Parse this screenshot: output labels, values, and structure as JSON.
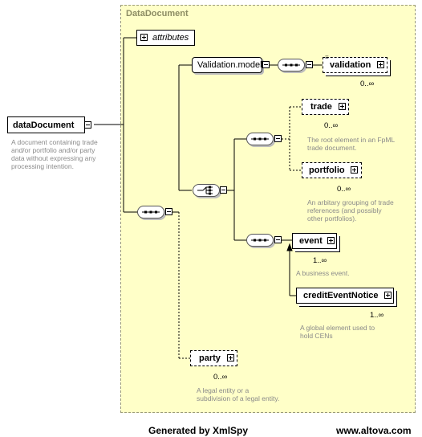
{
  "complex_type": {
    "title": "DataDocument"
  },
  "root": {
    "name": "dataDocument",
    "doc": [
      "A document containing trade",
      "and/or portfolio and/or party",
      "data without expressing any",
      "processing intention."
    ]
  },
  "attributes": {
    "label": "attributes"
  },
  "validation_model": {
    "label": "Validation.model"
  },
  "validation": {
    "label": "validation",
    "card": "0..∞"
  },
  "trade": {
    "label": "trade",
    "card": "0..∞",
    "doc": [
      "The root element in an FpML",
      "trade document."
    ]
  },
  "portfolio": {
    "label": "portfolio",
    "card": "0..∞",
    "doc": [
      "An arbitary grouping of trade",
      "references (and possibly",
      "other portfolios)."
    ]
  },
  "event": {
    "label": "event",
    "card": "1..∞",
    "doc": [
      "A business event."
    ]
  },
  "credit_event_notice": {
    "label": "creditEventNotice",
    "card": "1..∞",
    "doc": [
      "A global element used to",
      "hold CENs"
    ]
  },
  "party": {
    "label": "party",
    "card": "0..∞",
    "doc": [
      "A legal entity or a",
      "subdivision of a legal entity."
    ]
  },
  "footer": {
    "generated": "Generated by XmlSpy",
    "site": "www.altova.com"
  }
}
